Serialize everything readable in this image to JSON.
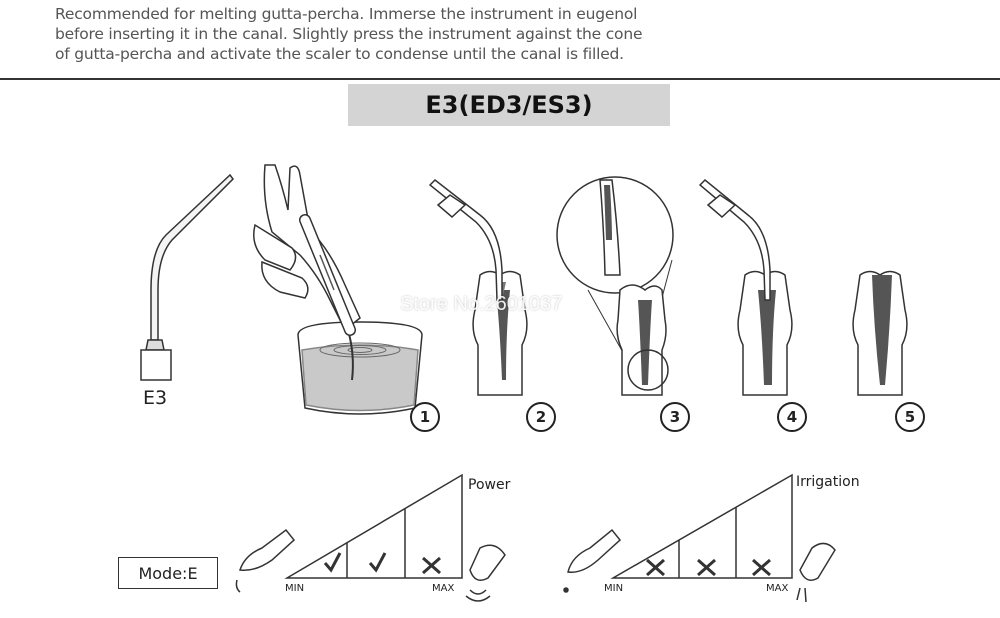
{
  "intro": {
    "lines": [
      "Recommended for melting gutta-percha. Immerse the instrument in eugenol",
      "before inserting it in the canal. Slightly press the instrument against the cone",
      "of gutta-percha and activate the scaler to condense until the canal is filled."
    ]
  },
  "title": "E3(ED3/ES3)",
  "tip_label": "E3",
  "watermark": "Store No.2601037",
  "steps": [
    "1",
    "2",
    "3",
    "4",
    "5"
  ],
  "mode": "Mode:E",
  "power_scale": {
    "label": "Power",
    "min": "MIN",
    "max": "MAX",
    "marks": [
      "check",
      "check",
      "cross"
    ]
  },
  "irrigation_scale": {
    "label": "Irrigation",
    "min": "MIN",
    "max": "MAX",
    "marks": [
      "cross",
      "cross",
      "cross"
    ]
  }
}
